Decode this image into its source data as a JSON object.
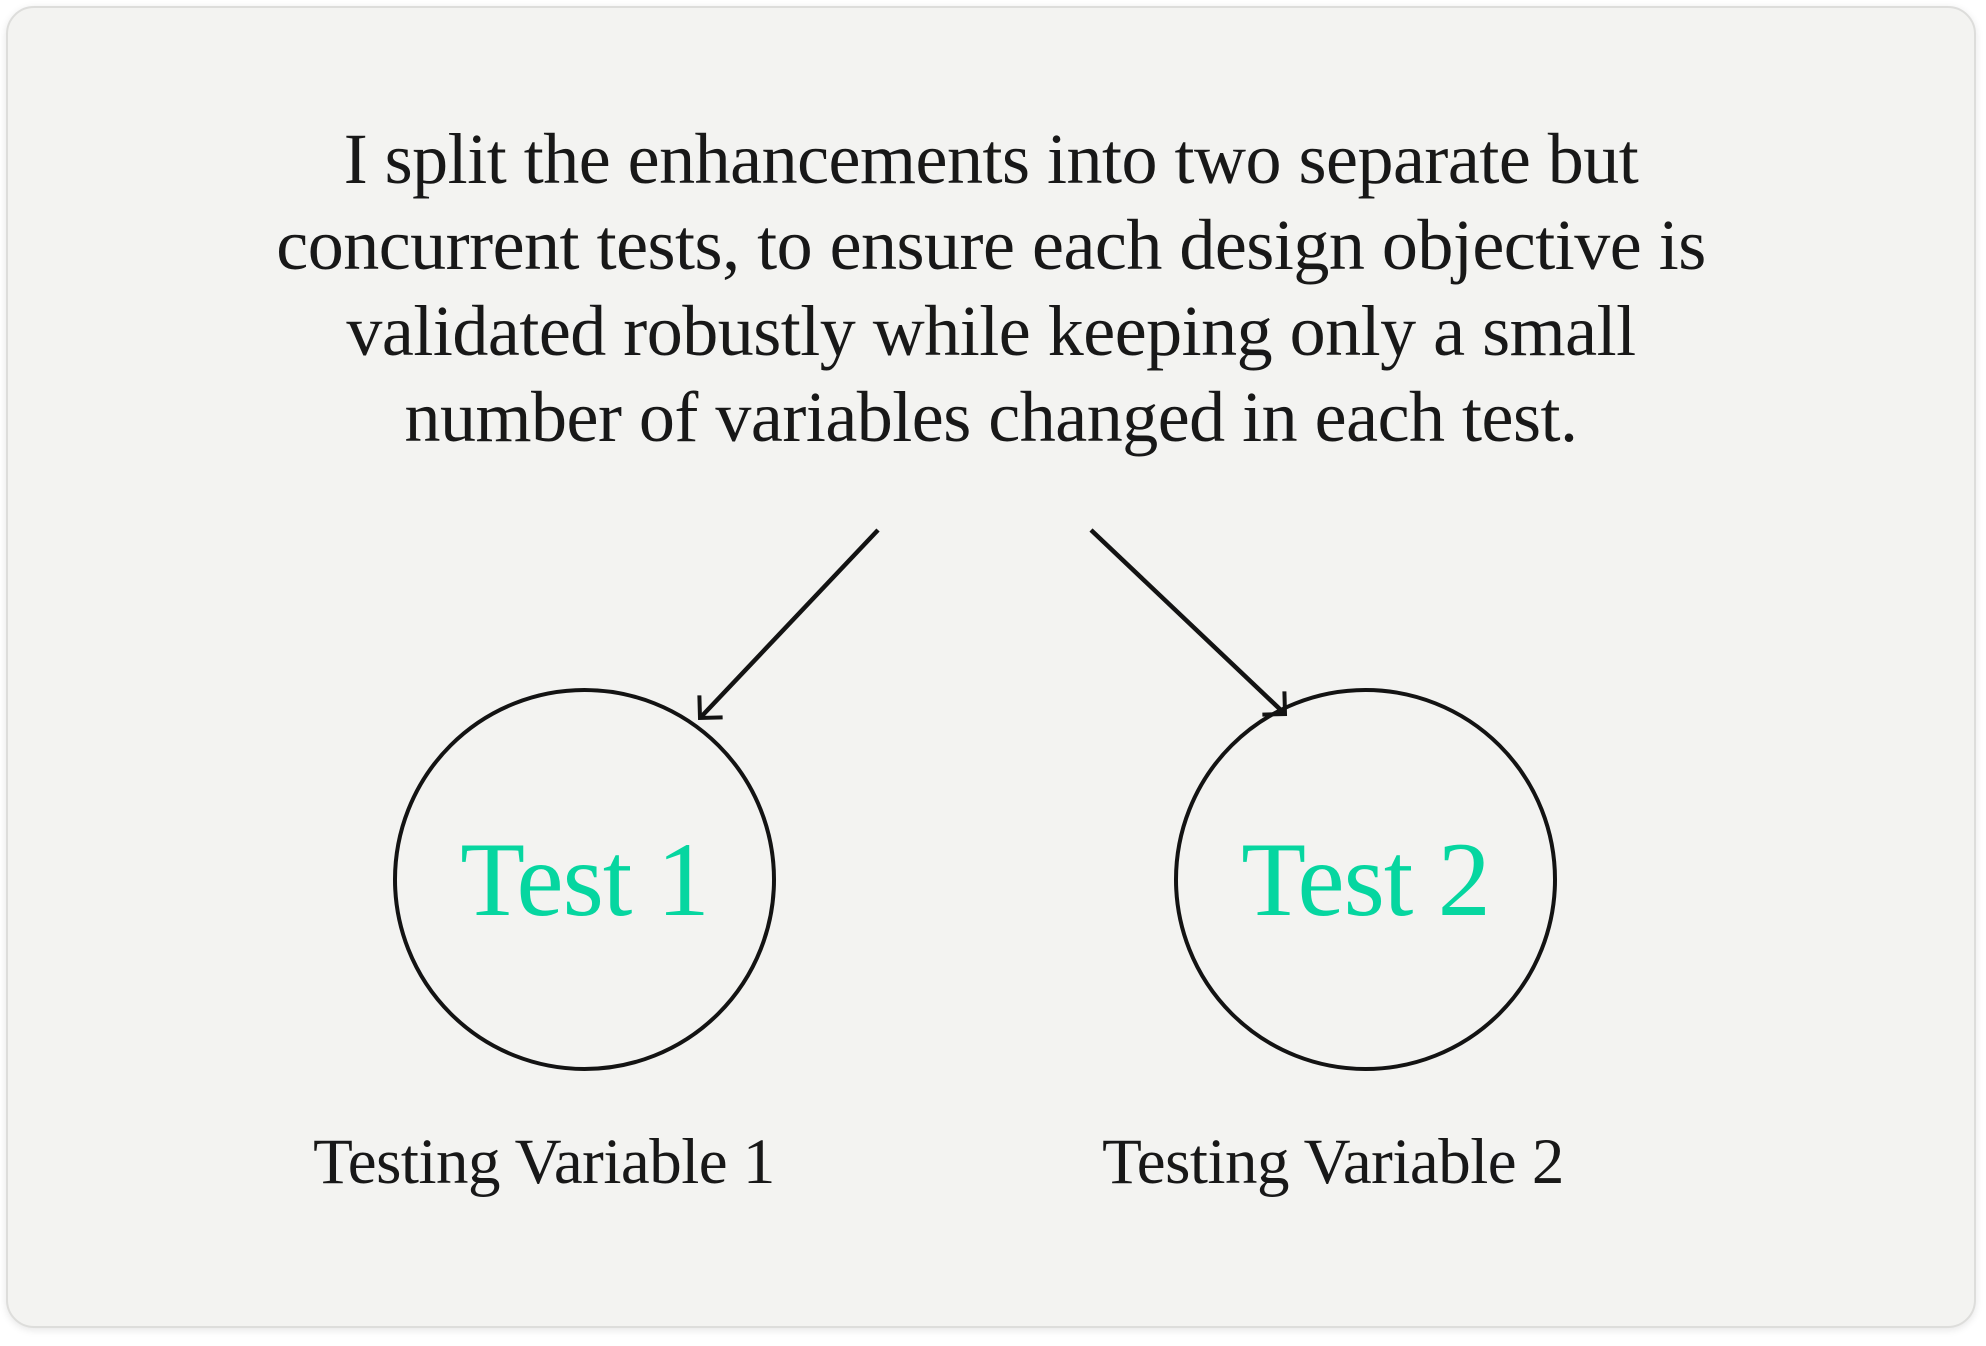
{
  "card": {
    "intro_lines": [
      "I split the enhancements into two separate but",
      "concurrent tests, to ensure each design objective is",
      "validated robustly while keeping only a small",
      "number of variables changed in each test."
    ],
    "nodes": [
      {
        "label": "Test 1",
        "caption": "Testing Variable 1"
      },
      {
        "label": "Test 2",
        "caption": "Testing Variable 2"
      }
    ],
    "colors": {
      "accent": "#06d6a0",
      "ink": "#181818",
      "card_background": "#f3f3f1",
      "page_background": "#ffffff",
      "line_stroke": "#131313"
    }
  }
}
